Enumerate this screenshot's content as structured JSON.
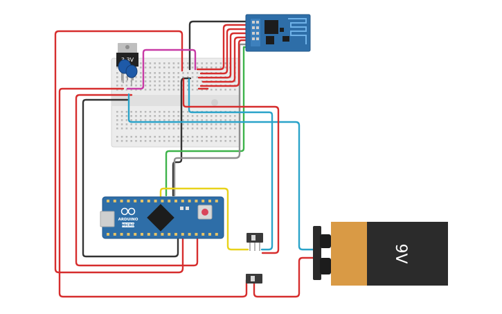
{
  "components": {
    "regulator": {
      "label": "3.3V"
    },
    "battery": {
      "label": "9V"
    },
    "arduino": {
      "brand": "ARDUINO",
      "model": "MICRO"
    }
  },
  "colors": {
    "red": "#d62d2d",
    "black": "#333333",
    "blue": "#2aa3c9",
    "green": "#3db34a",
    "yellow": "#e8d21a",
    "magenta": "#c83aa5",
    "gray": "#8e8e8e",
    "pcb_blue": "#2e6ea8",
    "battery_orange": "#d99a45",
    "battery_black": "#2b2b2b"
  }
}
